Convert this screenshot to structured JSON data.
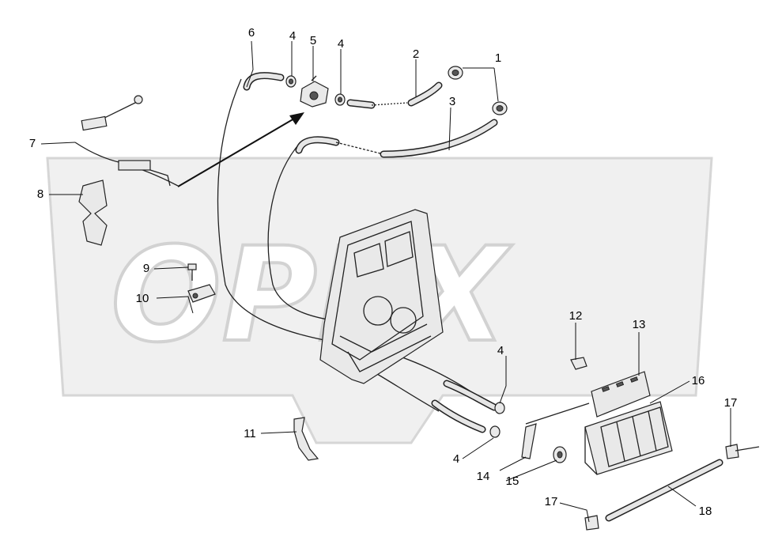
{
  "watermark": {
    "text": "OPEX"
  },
  "callouts": [
    {
      "id": "c1",
      "label": "1"
    },
    {
      "id": "c2",
      "label": "2"
    },
    {
      "id": "c3",
      "label": "3"
    },
    {
      "id": "c4a",
      "label": "4"
    },
    {
      "id": "c5",
      "label": "5"
    },
    {
      "id": "c4b",
      "label": "4"
    },
    {
      "id": "c6",
      "label": "6"
    },
    {
      "id": "c7",
      "label": "7"
    },
    {
      "id": "c8",
      "label": "8"
    },
    {
      "id": "c9",
      "label": "9"
    },
    {
      "id": "c10",
      "label": "10"
    },
    {
      "id": "c4c",
      "label": "4"
    },
    {
      "id": "c11",
      "label": "11"
    },
    {
      "id": "c12",
      "label": "12"
    },
    {
      "id": "c13",
      "label": "13"
    },
    {
      "id": "c16",
      "label": "16"
    },
    {
      "id": "c17a",
      "label": "17"
    },
    {
      "id": "c4d",
      "label": "4"
    },
    {
      "id": "c14",
      "label": "14"
    },
    {
      "id": "c15",
      "label": "15"
    },
    {
      "id": "c17b",
      "label": "17"
    },
    {
      "id": "c18",
      "label": "18"
    }
  ]
}
